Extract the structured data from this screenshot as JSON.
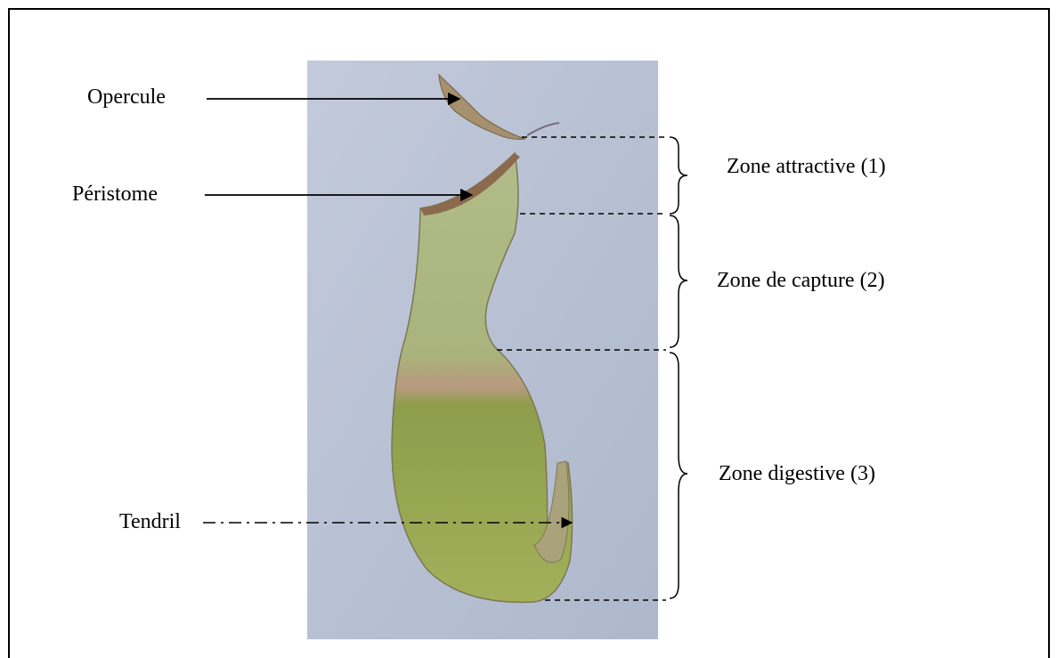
{
  "labels": {
    "opercule": "Opercule",
    "peristome": "Péristome",
    "tendril": "Tendril"
  },
  "zones": {
    "attractive": "Zone attractive (1)",
    "capture": "Zone de capture (2)",
    "digestive": "Zone digestive (3)"
  },
  "colors": {
    "background_photo": "#b9c3d6",
    "pitcher_upper": "#a7b37a",
    "pitcher_lower": "#8ea14a",
    "rim": "#8b6a4e"
  }
}
